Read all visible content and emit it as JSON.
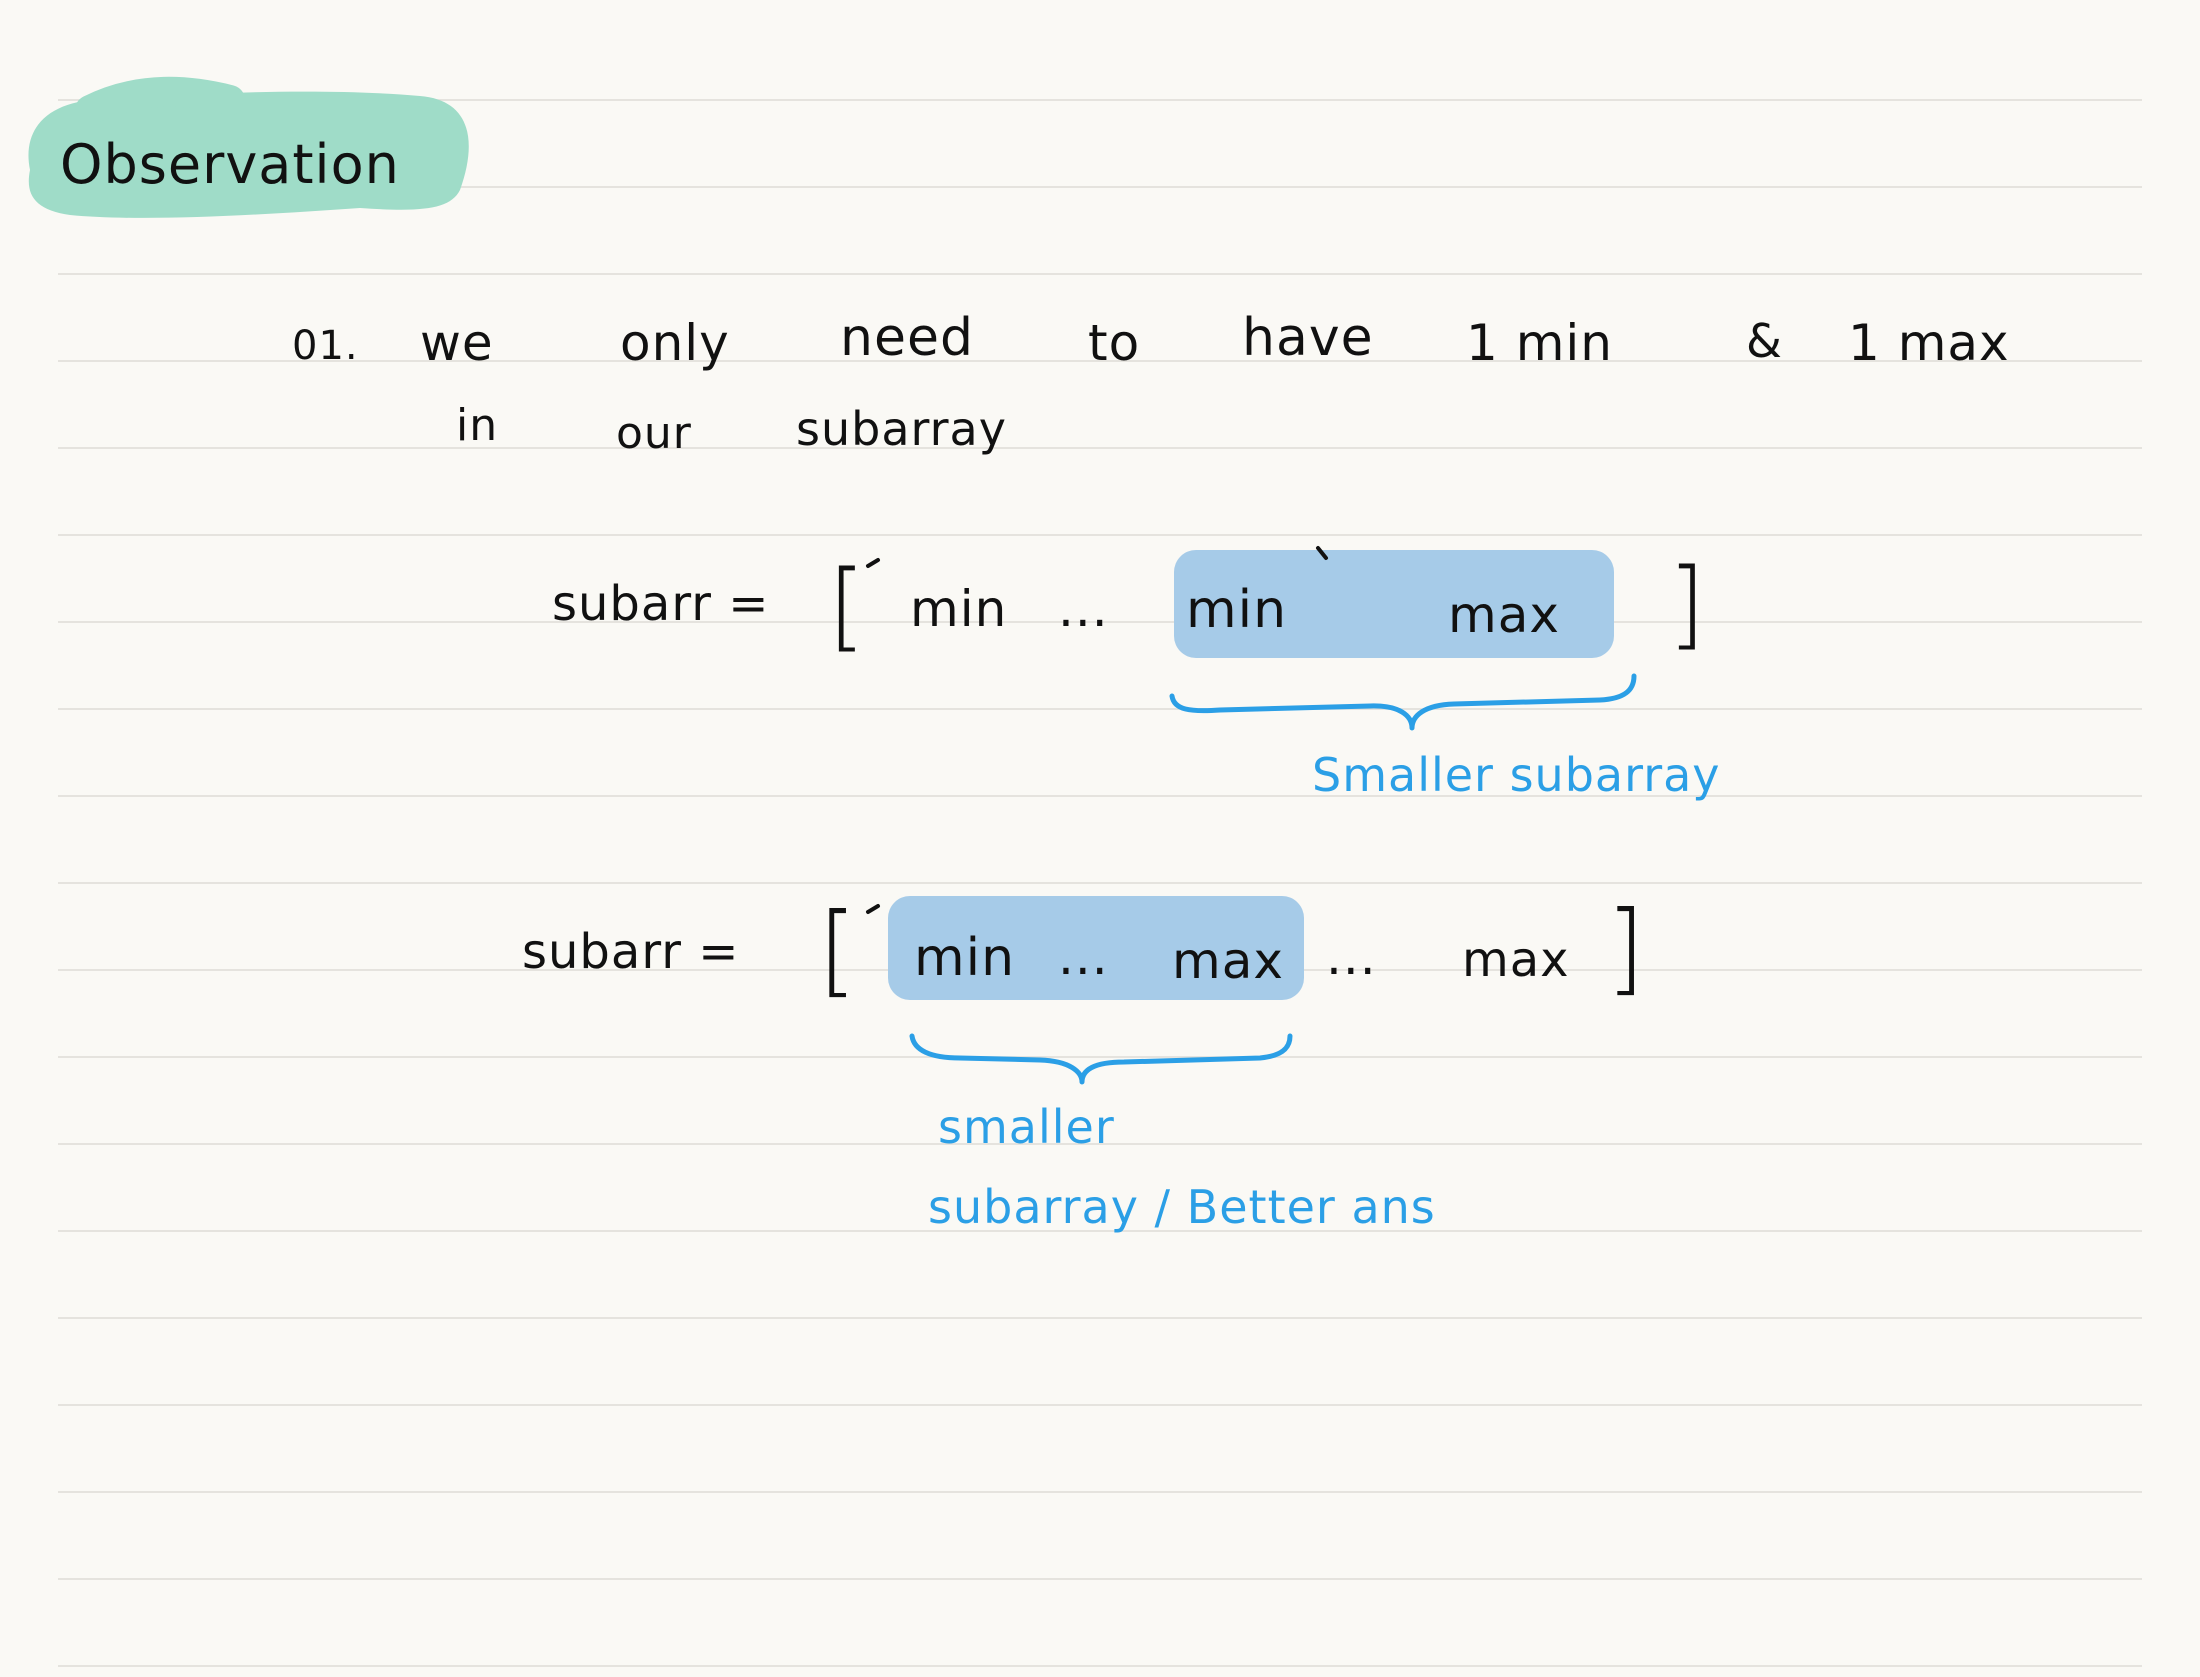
{
  "heading": {
    "text": "Observation"
  },
  "observation_1": {
    "number": "01.",
    "line1_words": [
      "we",
      "only",
      "need",
      "to",
      "have",
      "1 min",
      "&",
      "1 max"
    ],
    "line2_words": [
      "in",
      "our",
      "subarray"
    ]
  },
  "example_1": {
    "label": "subarr =",
    "open_bracket": "[",
    "first": "min",
    "dots": "...",
    "highlighted_min": "min",
    "highlighted_max": "max",
    "close_bracket": "]",
    "note": "Smaller subarray"
  },
  "example_2": {
    "label": "subarr =",
    "open_bracket": "[",
    "highlighted_min": "min",
    "dots_1": "...",
    "highlighted_max": "max",
    "dots_2": "...",
    "last": "max",
    "close_bracket": "]",
    "note_line1": "smaller",
    "note_line2": "subarray / Better ans"
  },
  "colors": {
    "paper": "#faf9f5",
    "rule_line": "#dedcd6",
    "ink_black": "#111111",
    "ink_blue": "#2b9fe6",
    "highlight_blue": "#a6cbe8",
    "highlight_mint": "#9fdcc8"
  }
}
